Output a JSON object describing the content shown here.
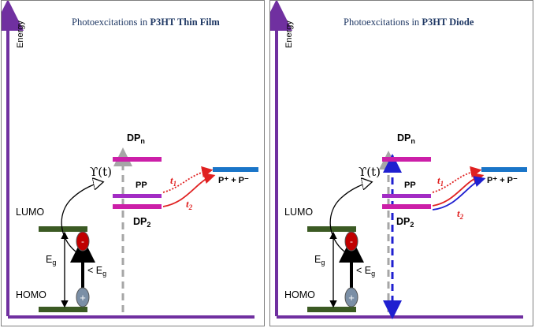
{
  "panels": [
    {
      "title_prefix": "Photoexcitations in ",
      "title_bold": "P3HT Thin Film",
      "y_axis_label": "Energy",
      "lumo_label": "LUMO",
      "homo_label": "HOMO",
      "gap_label": "E",
      "gap_sub": "g",
      "excite_label": "< E",
      "excite_sub": "g",
      "upsilon_label": "ϒ(t)",
      "dpn_label": "DP",
      "dpn_sub": "n",
      "pp_label": "PP",
      "dp2_label": "DP",
      "dp2_sub": "2",
      "t1_label": "t",
      "t1_sub": "1",
      "t2_label": "t",
      "t2_sub": "2",
      "polaron_label": "P⁺ + P⁻",
      "minus_sign": "-",
      "plus_sign": "+",
      "field_arrow_color": "#a6a6a6",
      "t2_arrow_color": "#e02020"
    },
    {
      "title_prefix": "Photoexcitations in ",
      "title_bold": "P3HT Diode",
      "y_axis_label": "Energy",
      "lumo_label": "LUMO",
      "homo_label": "HOMO",
      "gap_label": "E",
      "gap_sub": "g",
      "excite_label": "< E",
      "excite_sub": "g",
      "upsilon_label": "ϒ(t)",
      "dpn_label": "DP",
      "dpn_sub": "n",
      "pp_label": "PP",
      "dp2_label": "DP",
      "dp2_sub": "2",
      "t1_label": "t",
      "t1_sub": "1",
      "t2_label": "t",
      "t2_sub": "2",
      "polaron_label": "P⁺ + P⁻",
      "minus_sign": "-",
      "plus_sign": "+",
      "field_arrow_color": "#1f1fd0",
      "t2_arrow_color": "#1f1fd0"
    }
  ],
  "colors": {
    "axis": "#7030a0",
    "band": "#3b5a23",
    "dp_level": "#cc1fa8",
    "pp_level": "#a32cc4",
    "polaron_level": "#1a75c8",
    "electron": "#c00000",
    "hole": "#7b8fa6",
    "title": "#1f3864",
    "red": "#e02020"
  }
}
